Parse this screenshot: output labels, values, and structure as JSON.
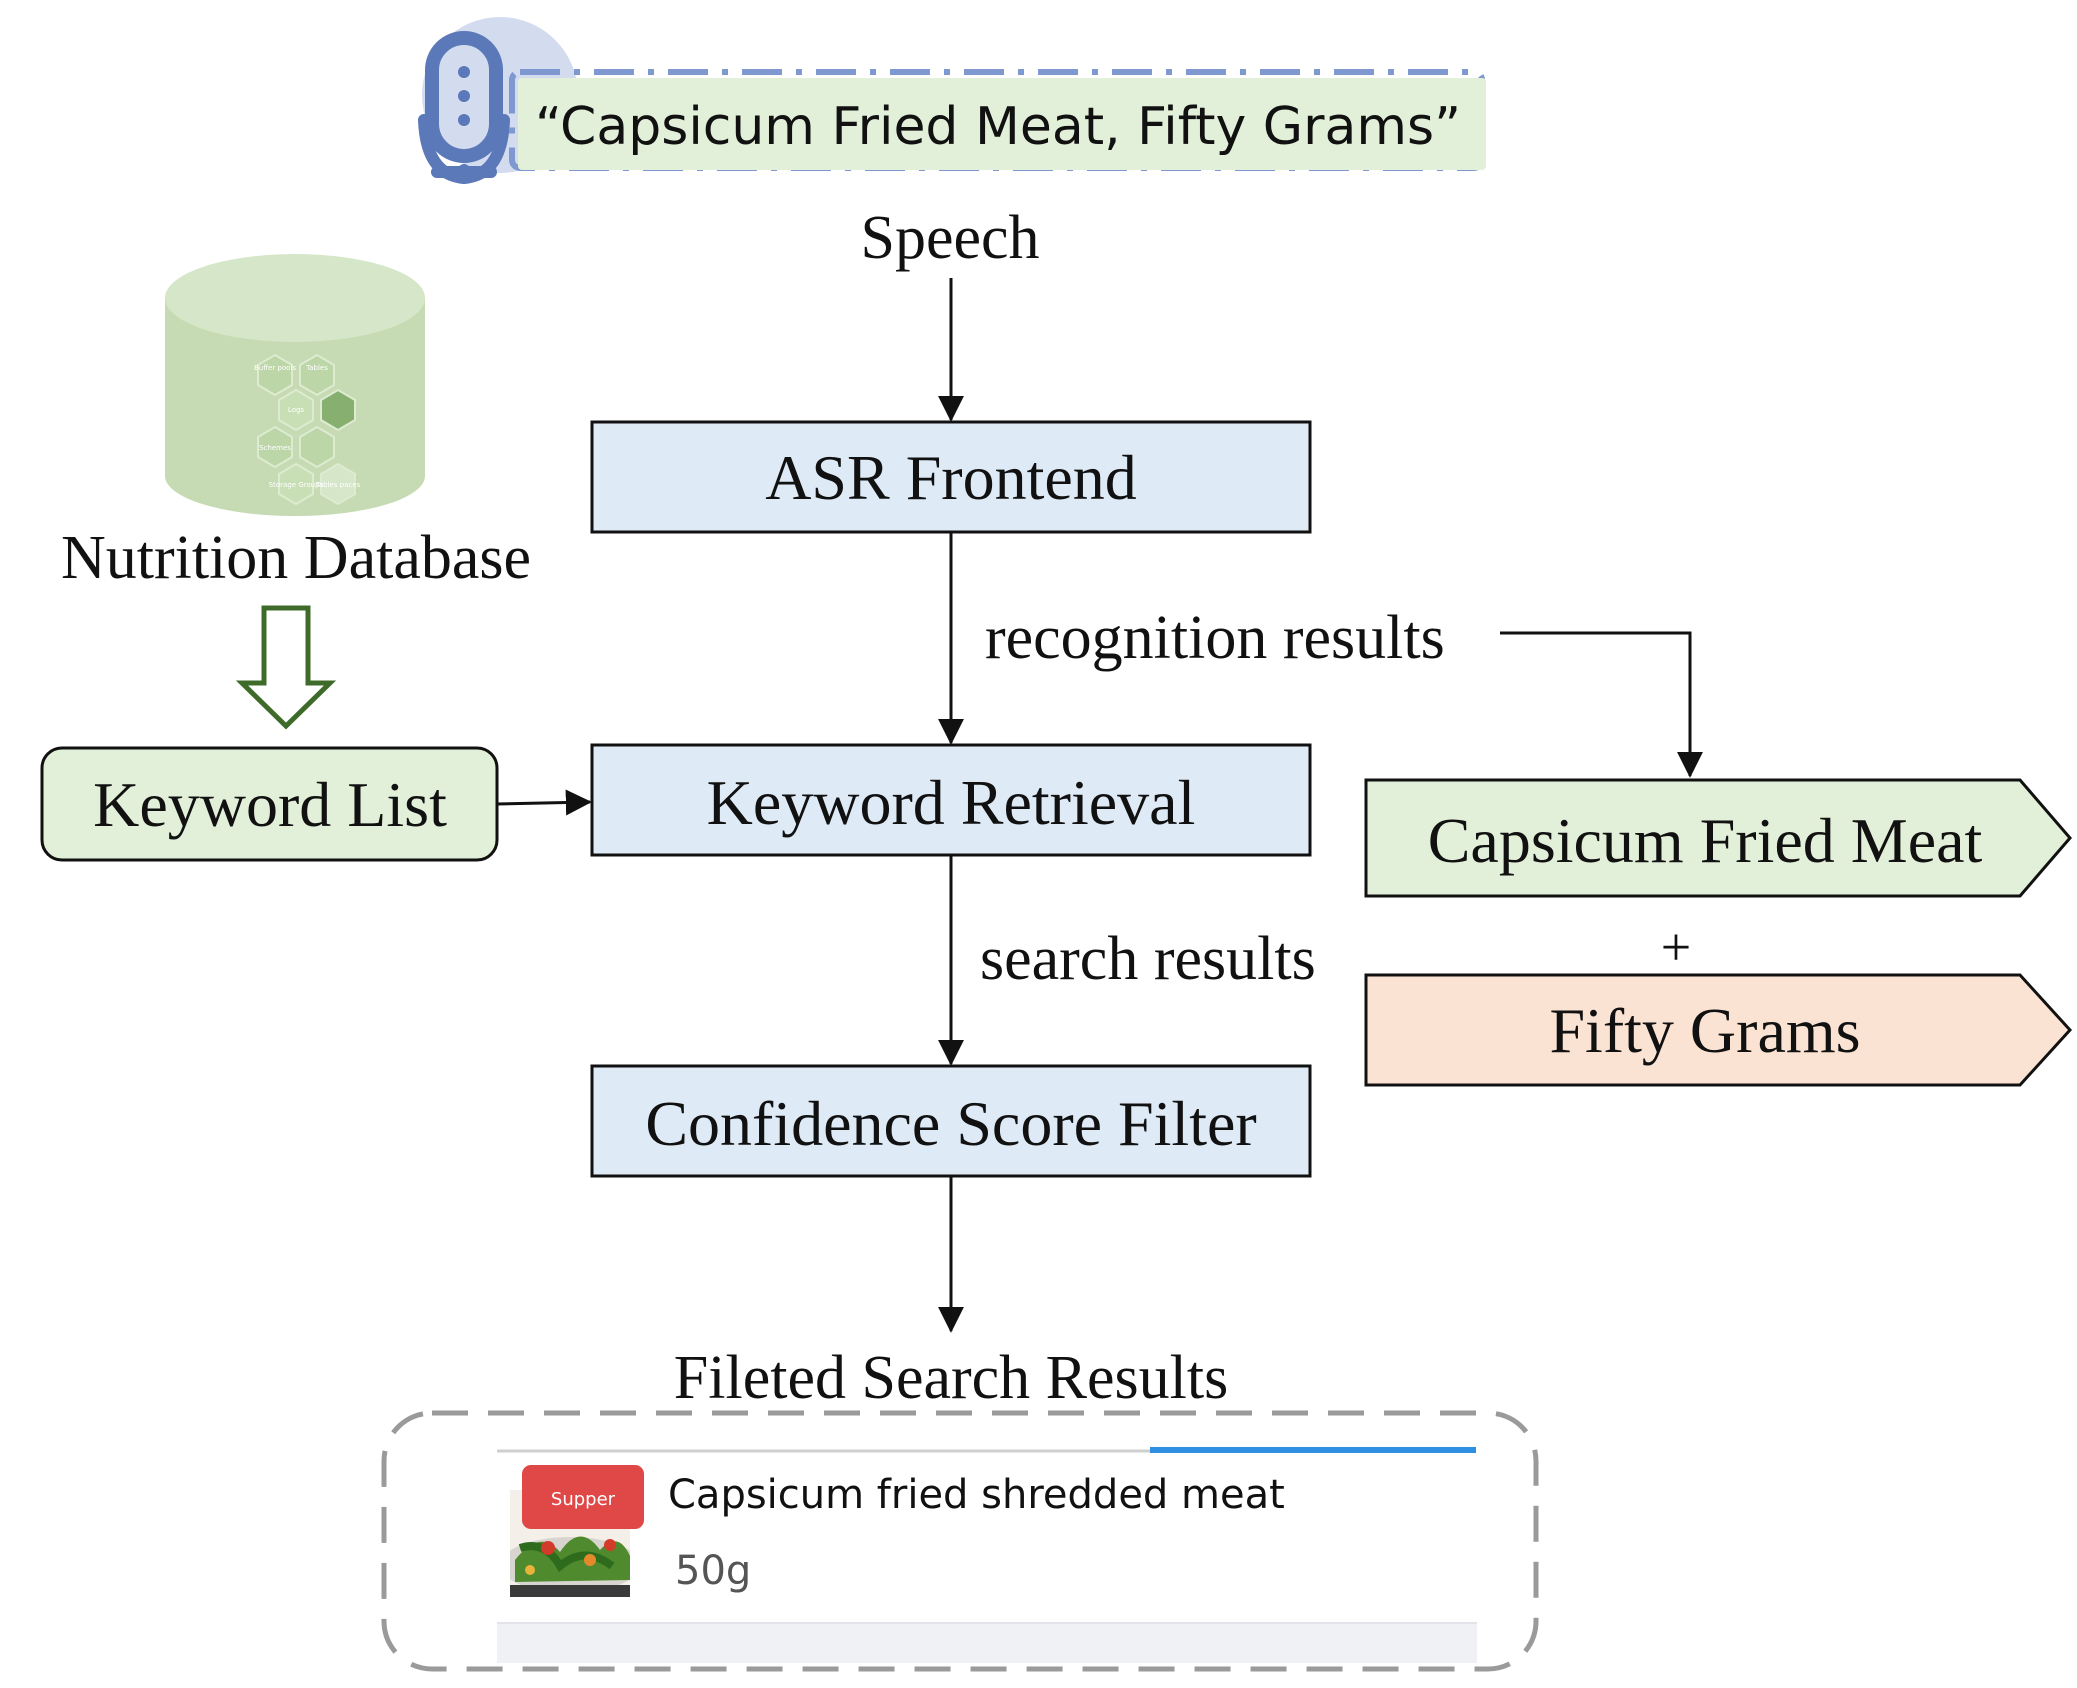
{
  "speech": {
    "quote": "“Capsicum Fried Meat, Fifty Grams”",
    "label": "Speech"
  },
  "database": {
    "label": "Nutrition Database",
    "cells": {
      "c1": "Buffer pools",
      "c2": "Tables",
      "c3": "Logs",
      "c4": "Schemes",
      "c5": "Storage Groups",
      "c6": "Tables paces"
    }
  },
  "flow": {
    "asr": "ASR Frontend",
    "recognition": "recognition results",
    "keyword_list": "Keyword List",
    "keyword_retrieval": "Keyword Retrieval",
    "search_results": "search results",
    "filter": "Confidence Score Filter",
    "filtered_title": "Fileted Search Results"
  },
  "result_tags": {
    "food": "Capsicum Fried Meat",
    "plus": "+",
    "amount": "Fifty Grams"
  },
  "result_card": {
    "badge": "Supper",
    "name": "Capsicum fried shredded meat",
    "weight": "50g"
  },
  "colors": {
    "process_fill": "#deeaf6",
    "green_fill": "#e3f0d9",
    "peach_fill": "#fbe3d4",
    "badge_red": "#e04848",
    "accent_blue": "#2f8fe0",
    "mic_blue": "#5b78b8"
  }
}
